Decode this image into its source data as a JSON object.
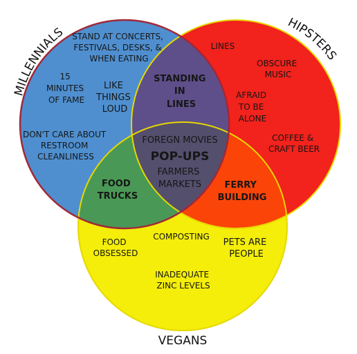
{
  "titles": {
    "millennials": "MILLENNIALS",
    "hipsters": "HIPSTERS",
    "vegans": "VEGANS"
  },
  "colors": {
    "millennials": "#4f8fcf",
    "hipsters": "#f2221c",
    "vegans": "#f4ee0a"
  },
  "regions": {
    "millennials_only": {
      "a": [
        "STAND AT CONCERTS,",
        "FESTIVALS, DESKS, &",
        "WHEN EATING"
      ],
      "b": [
        "15",
        "MINUTES",
        "OF FAME"
      ],
      "c": [
        "LIKE",
        "THINGS",
        "LOUD"
      ],
      "d": [
        "DON'T CARE ABOUT",
        "RESTROOM",
        "CLEANLINESS"
      ]
    },
    "hipsters_only": {
      "a": [
        "LINES"
      ],
      "b": [
        "OBSCURE",
        "MUSIC"
      ],
      "c": [
        "AFRAID",
        "TO BE",
        "ALONE"
      ],
      "d": [
        "COFFEE &",
        "CRAFT BEER"
      ]
    },
    "millennials_hipsters": [
      "STANDING",
      "IN",
      "LINES"
    ],
    "millennials_vegans": [
      "FOOD",
      "TRUCKS"
    ],
    "hipsters_vegans": [
      "FERRY",
      "BUILDING"
    ],
    "all_three": {
      "top": [
        "FOREGN MOVIES"
      ],
      "main": [
        "POP-UPS"
      ],
      "bottom": [
        "FARMERS",
        "MARKETS"
      ]
    },
    "vegans_only": {
      "a": [
        "FOOD",
        "OBSESSED"
      ],
      "b": [
        "COMPOSTING"
      ],
      "c": [
        "PETS ARE",
        "PEOPLE"
      ],
      "d": [
        "INADEQUATE",
        "ZINC LEVELS"
      ]
    }
  }
}
